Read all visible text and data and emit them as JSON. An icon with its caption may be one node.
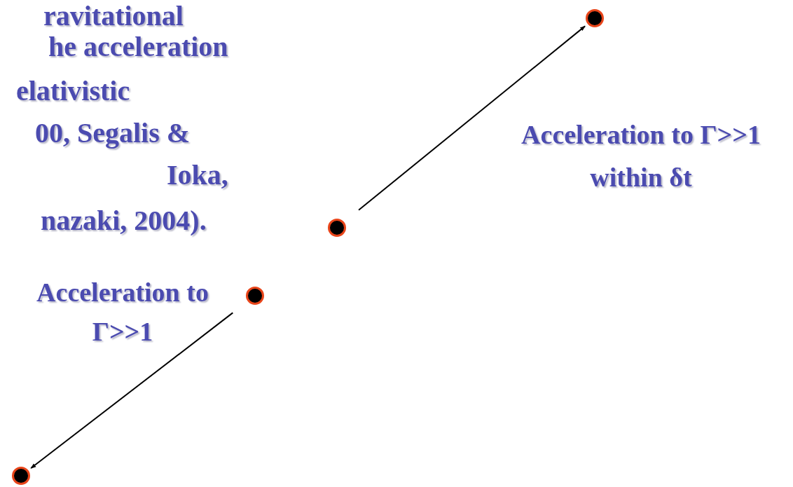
{
  "diagram": {
    "nodes": [
      {
        "text": [],
        "shape": "circle"
      },
      {
        "text": [],
        "shape": "circle"
      },
      {
        "text": [],
        "shape": "circle"
      },
      {
        "text": [],
        "shape": "circle"
      }
    ],
    "edges": [
      {
        "from": 1,
        "to": 0,
        "arrow": "to"
      },
      {
        "from": 2,
        "to": 3,
        "arrow": "to"
      }
    ],
    "labels": [
      "ravitational",
      "he acceleration",
      "elativistic",
      "00, Segalis &",
      "Ioka,",
      "nazaki, 2004).",
      "Acceleration to Γ>>1 within δt",
      "Acceleration to Γ>>1"
    ]
  }
}
